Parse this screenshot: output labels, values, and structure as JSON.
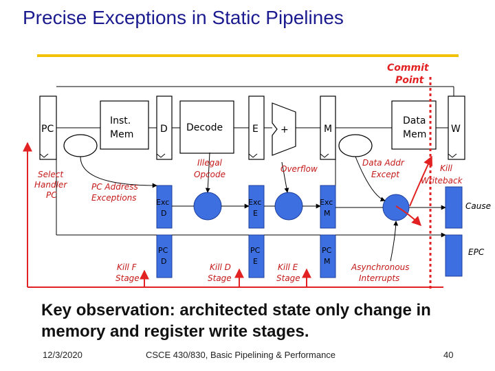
{
  "slide": {
    "title": "Precise Exceptions in Static Pipelines",
    "key_observation": "Key observation: architected state only change in memory and register write stages.",
    "date": "12/3/2020",
    "course": "CSCE 430/830, Basic Pipelining & Performance",
    "page": "40"
  },
  "diagram": {
    "commit_point_line1": "Commit",
    "commit_point_line2": "Point",
    "stages": {
      "pc": "PC",
      "inst_mem_line1": "Inst.",
      "inst_mem_line2": "Mem",
      "d": "D",
      "decode": "Decode",
      "e": "E",
      "plus": "+",
      "m": "M",
      "data_mem_line1": "Data",
      "data_mem_line2": "Mem",
      "w": "W"
    },
    "exc_regs": {
      "exc": "Exc",
      "d": "D",
      "e": "E",
      "m": "M"
    },
    "pc_regs": {
      "pc": "PC",
      "d": "D",
      "e": "E",
      "m": "M"
    },
    "labels": {
      "select_handler_pc_l1": "Select",
      "select_handler_pc_l2": "Handler",
      "select_handler_pc_l3": "PC",
      "pc_addr_exc_l1": "PC Address",
      "pc_addr_exc_l2": "Exceptions",
      "illegal_opcode_l1": "Illegal",
      "illegal_opcode_l2": "Opcode",
      "overflow": "Overflow",
      "data_addr_except_l1": "Data Addr",
      "data_addr_except_l2": "Except",
      "kill_writeback_l1": "Kill",
      "kill_writeback_l2": "Writeback",
      "cause": "Cause",
      "epc": "EPC",
      "kill_f_l1": "Kill F",
      "kill_f_l2": "Stage",
      "kill_d_l1": "Kill D",
      "kill_d_l2": "Stage",
      "kill_e_l1": "Kill E",
      "kill_e_l2": "Stage",
      "async_l1": "Asynchronous",
      "async_l2": "Interrupts"
    },
    "colors": {
      "title": "#1b1b8f",
      "accent_rule": "#f2c200",
      "exception_path": "#e22222",
      "exception_regs": "#3d6fe0",
      "exception_label": "#c51818"
    }
  }
}
